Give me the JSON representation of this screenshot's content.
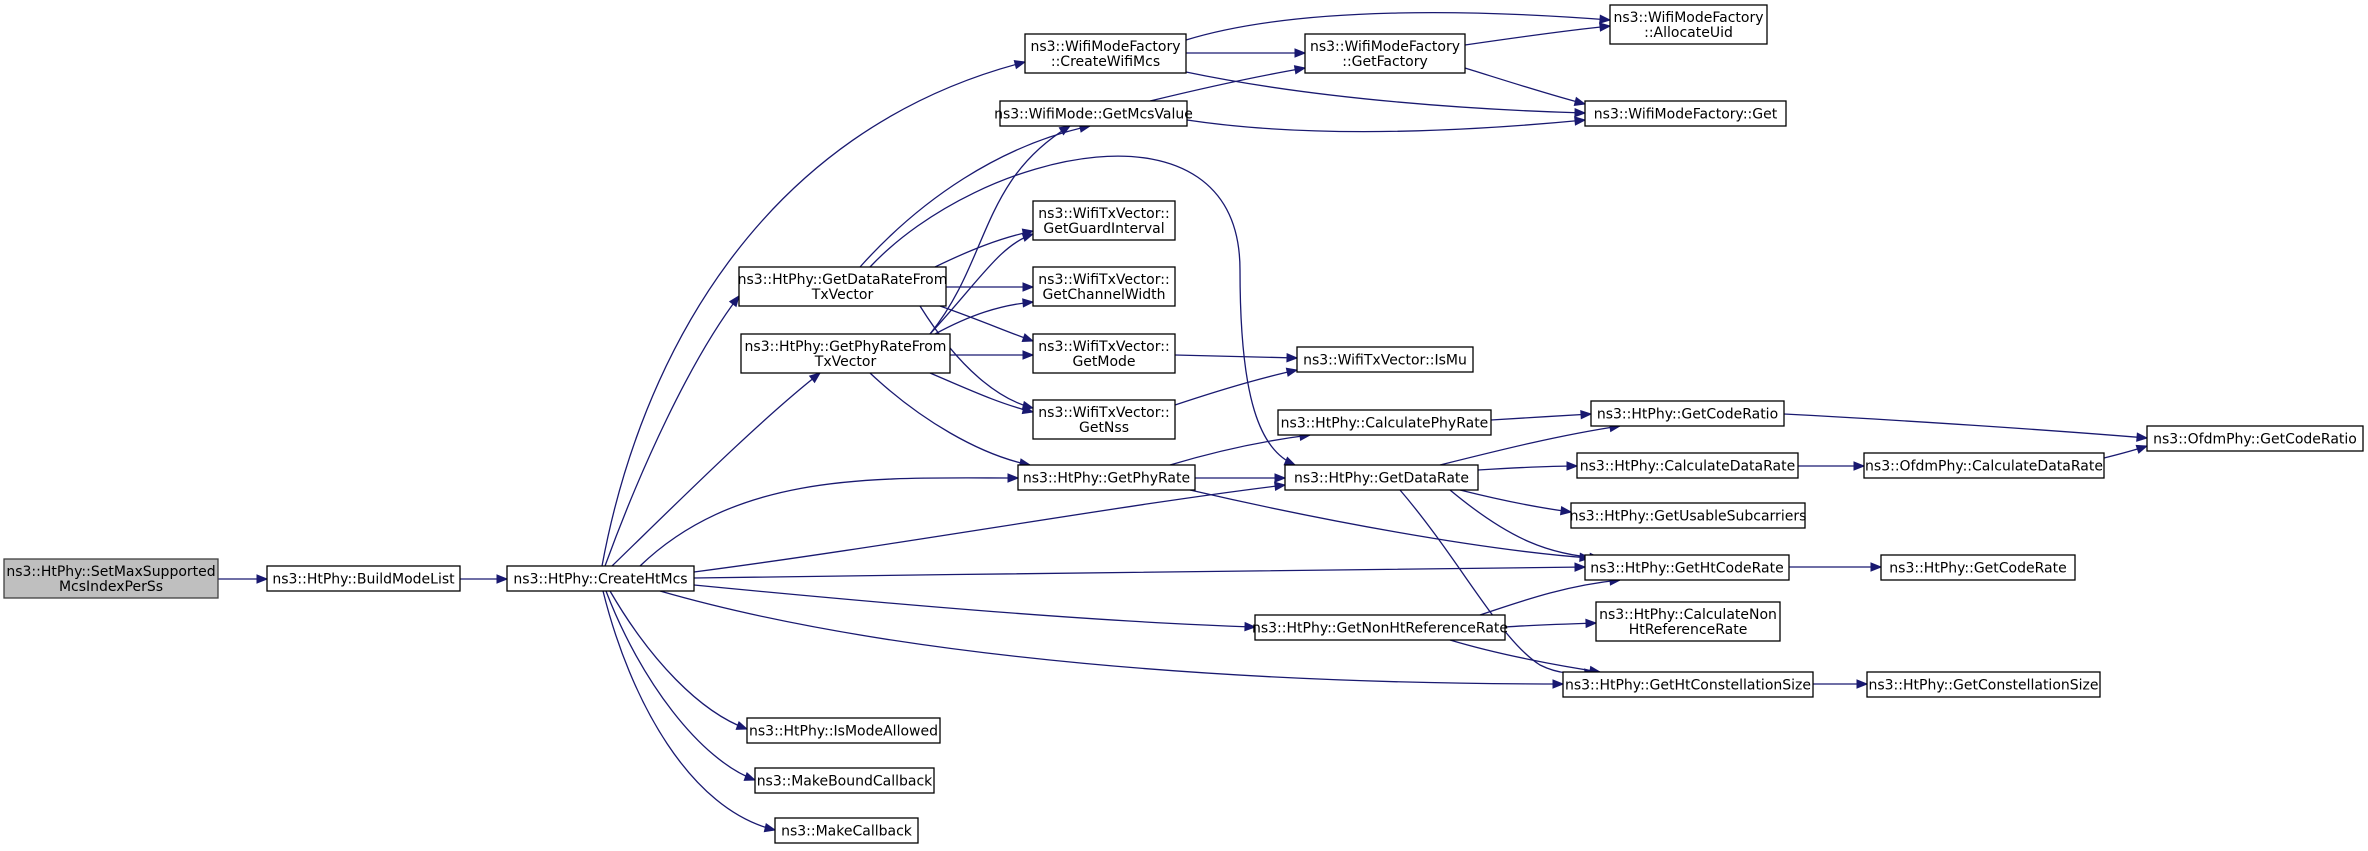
{
  "graph": {
    "nodes": [
      {
        "id": "setmax",
        "lines": [
          "ns3::HtPhy::SetMaxSupported",
          "McsIndexPerSs"
        ],
        "root": true
      },
      {
        "id": "buildml",
        "lines": [
          "ns3::HtPhy::BuildModeList"
        ]
      },
      {
        "id": "createht",
        "lines": [
          "ns3::HtPhy::CreateHtMcs"
        ]
      },
      {
        "id": "createwifimcs",
        "lines": [
          "ns3::WifiModeFactory",
          "::CreateWifiMcs"
        ]
      },
      {
        "id": "getmcsvalue",
        "lines": [
          "ns3::WifiMode::GetMcsValue"
        ]
      },
      {
        "id": "getdatarateftx",
        "lines": [
          "ns3::HtPhy::GetDataRateFrom",
          "TxVector"
        ]
      },
      {
        "id": "getphyrateftx",
        "lines": [
          "ns3::HtPhy::GetPhyRateFrom",
          "TxVector"
        ]
      },
      {
        "id": "getphyrate",
        "lines": [
          "ns3::HtPhy::GetPhyRate"
        ]
      },
      {
        "id": "ismodeallowed",
        "lines": [
          "ns3::HtPhy::IsModeAllowed"
        ]
      },
      {
        "id": "makebound",
        "lines": [
          "ns3::MakeBoundCallback"
        ]
      },
      {
        "id": "makecb",
        "lines": [
          "ns3::MakeCallback"
        ]
      },
      {
        "id": "getfactory",
        "lines": [
          "ns3::WifiModeFactory",
          "::GetFactory"
        ]
      },
      {
        "id": "allocuid",
        "lines": [
          "ns3::WifiModeFactory",
          "::AllocateUid"
        ]
      },
      {
        "id": "wmfget",
        "lines": [
          "ns3::WifiModeFactory::Get"
        ]
      },
      {
        "id": "guard",
        "lines": [
          "ns3::WifiTxVector::",
          "GetGuardInterval"
        ]
      },
      {
        "id": "chwidth",
        "lines": [
          "ns3::WifiTxVector::",
          "GetChannelWidth"
        ]
      },
      {
        "id": "getmode",
        "lines": [
          "ns3::WifiTxVector::",
          "GetMode"
        ]
      },
      {
        "id": "getnss",
        "lines": [
          "ns3::WifiTxVector::",
          "GetNss"
        ]
      },
      {
        "id": "ismu",
        "lines": [
          "ns3::WifiTxVector::IsMu"
        ]
      },
      {
        "id": "calcphyrate",
        "lines": [
          "ns3::HtPhy::CalculatePhyRate"
        ]
      },
      {
        "id": "getdatarate",
        "lines": [
          "ns3::HtPhy::GetDataRate"
        ]
      },
      {
        "id": "getnonht",
        "lines": [
          "ns3::HtPhy::GetNonHtReferenceRate"
        ]
      },
      {
        "id": "getcoderatio",
        "lines": [
          "ns3::HtPhy::GetCodeRatio"
        ]
      },
      {
        "id": "calcdatarate",
        "lines": [
          "ns3::HtPhy::CalculateDataRate"
        ]
      },
      {
        "id": "usablesub",
        "lines": [
          "ns3::HtPhy::GetUsableSubcarriers"
        ]
      },
      {
        "id": "gethtcoderate",
        "lines": [
          "ns3::HtPhy::GetHtCodeRate"
        ]
      },
      {
        "id": "calcnonht",
        "lines": [
          "ns3::HtPhy::CalculateNon",
          "HtReferenceRate"
        ]
      },
      {
        "id": "gethtconst",
        "lines": [
          "ns3::HtPhy::GetHtConstellationSize"
        ]
      },
      {
        "id": "ofdmcalc",
        "lines": [
          "ns3::OfdmPhy::CalculateDataRate"
        ]
      },
      {
        "id": "ofdmcoderatio",
        "lines": [
          "ns3::OfdmPhy::GetCodeRatio"
        ]
      },
      {
        "id": "getcoderate",
        "lines": [
          "ns3::HtPhy::GetCodeRate"
        ]
      },
      {
        "id": "getconst",
        "lines": [
          "ns3::HtPhy::GetConstellationSize"
        ]
      }
    ],
    "edges": [
      {
        "from": "setmax",
        "to": "buildml"
      },
      {
        "from": "buildml",
        "to": "createht"
      },
      {
        "from": "createht",
        "to": "createwifimcs"
      },
      {
        "from": "createht",
        "to": "getdatarateftx"
      },
      {
        "from": "createht",
        "to": "getphyrateftx"
      },
      {
        "from": "createht",
        "to": "getphyrate"
      },
      {
        "from": "createht",
        "to": "getdatarate"
      },
      {
        "from": "createht",
        "to": "gethtcoderate"
      },
      {
        "from": "createht",
        "to": "getnonht"
      },
      {
        "from": "createht",
        "to": "gethtconst"
      },
      {
        "from": "createht",
        "to": "ismodeallowed"
      },
      {
        "from": "createht",
        "to": "makebound"
      },
      {
        "from": "createht",
        "to": "makecb"
      },
      {
        "from": "createwifimcs",
        "to": "allocuid"
      },
      {
        "from": "createwifimcs",
        "to": "getfactory"
      },
      {
        "from": "createwifimcs",
        "to": "wmfget"
      },
      {
        "from": "getmcsvalue",
        "to": "getfactory"
      },
      {
        "from": "getmcsvalue",
        "to": "wmfget"
      },
      {
        "from": "getfactory",
        "to": "allocuid"
      },
      {
        "from": "getfactory",
        "to": "wmfget"
      },
      {
        "from": "getdatarateftx",
        "to": "getmcsvalue"
      },
      {
        "from": "getdatarateftx",
        "to": "guard"
      },
      {
        "from": "getdatarateftx",
        "to": "chwidth"
      },
      {
        "from": "getdatarateftx",
        "to": "getmode"
      },
      {
        "from": "getdatarateftx",
        "to": "getnss"
      },
      {
        "from": "getdatarateftx",
        "to": "getdatarate"
      },
      {
        "from": "getphyrateftx",
        "to": "getmcsvalue"
      },
      {
        "from": "getphyrateftx",
        "to": "guard"
      },
      {
        "from": "getphyrateftx",
        "to": "chwidth"
      },
      {
        "from": "getphyrateftx",
        "to": "getmode"
      },
      {
        "from": "getphyrateftx",
        "to": "getnss"
      },
      {
        "from": "getphyrateftx",
        "to": "getphyrate"
      },
      {
        "from": "getmode",
        "to": "ismu"
      },
      {
        "from": "getnss",
        "to": "ismu"
      },
      {
        "from": "getphyrate",
        "to": "calcphyrate"
      },
      {
        "from": "getphyrate",
        "to": "getdatarate"
      },
      {
        "from": "getphyrate",
        "to": "gethtcoderate"
      },
      {
        "from": "calcphyrate",
        "to": "getcoderatio"
      },
      {
        "from": "getdatarate",
        "to": "getcoderatio"
      },
      {
        "from": "getdatarate",
        "to": "calcdatarate"
      },
      {
        "from": "getdatarate",
        "to": "usablesub"
      },
      {
        "from": "getdatarate",
        "to": "gethtcoderate"
      },
      {
        "from": "getdatarate",
        "to": "gethtconst"
      },
      {
        "from": "getcoderatio",
        "to": "ofdmcoderatio"
      },
      {
        "from": "calcdatarate",
        "to": "ofdmcalc"
      },
      {
        "from": "ofdmcalc",
        "to": "ofdmcoderatio"
      },
      {
        "from": "gethtcoderate",
        "to": "getcoderate"
      },
      {
        "from": "getnonht",
        "to": "gethtcoderate"
      },
      {
        "from": "getnonht",
        "to": "calcnonht"
      },
      {
        "from": "getnonht",
        "to": "gethtconst"
      },
      {
        "from": "gethtconst",
        "to": "getconst"
      }
    ]
  }
}
